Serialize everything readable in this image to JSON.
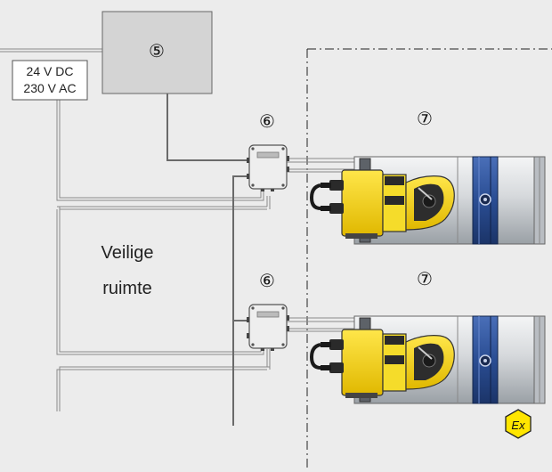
{
  "supply_label": {
    "line1": "24 V DC",
    "line2": "230 V AC"
  },
  "markers": {
    "controller": "⑤",
    "junction_top": "⑥",
    "junction_bottom": "⑥",
    "actuator_top": "⑦",
    "actuator_bottom": "⑦"
  },
  "safe_zone": {
    "line1": "Veilige",
    "line2": "ruimte"
  },
  "ex_symbol": "Ex",
  "colors": {
    "background": "#ececec",
    "cable": "#7a7a7a",
    "actuator_yellow": "#f2d20a",
    "duct_blue": "#2a4d93",
    "duct_silver": "#c9cdd2",
    "ex_yellow": "#ffe600"
  }
}
